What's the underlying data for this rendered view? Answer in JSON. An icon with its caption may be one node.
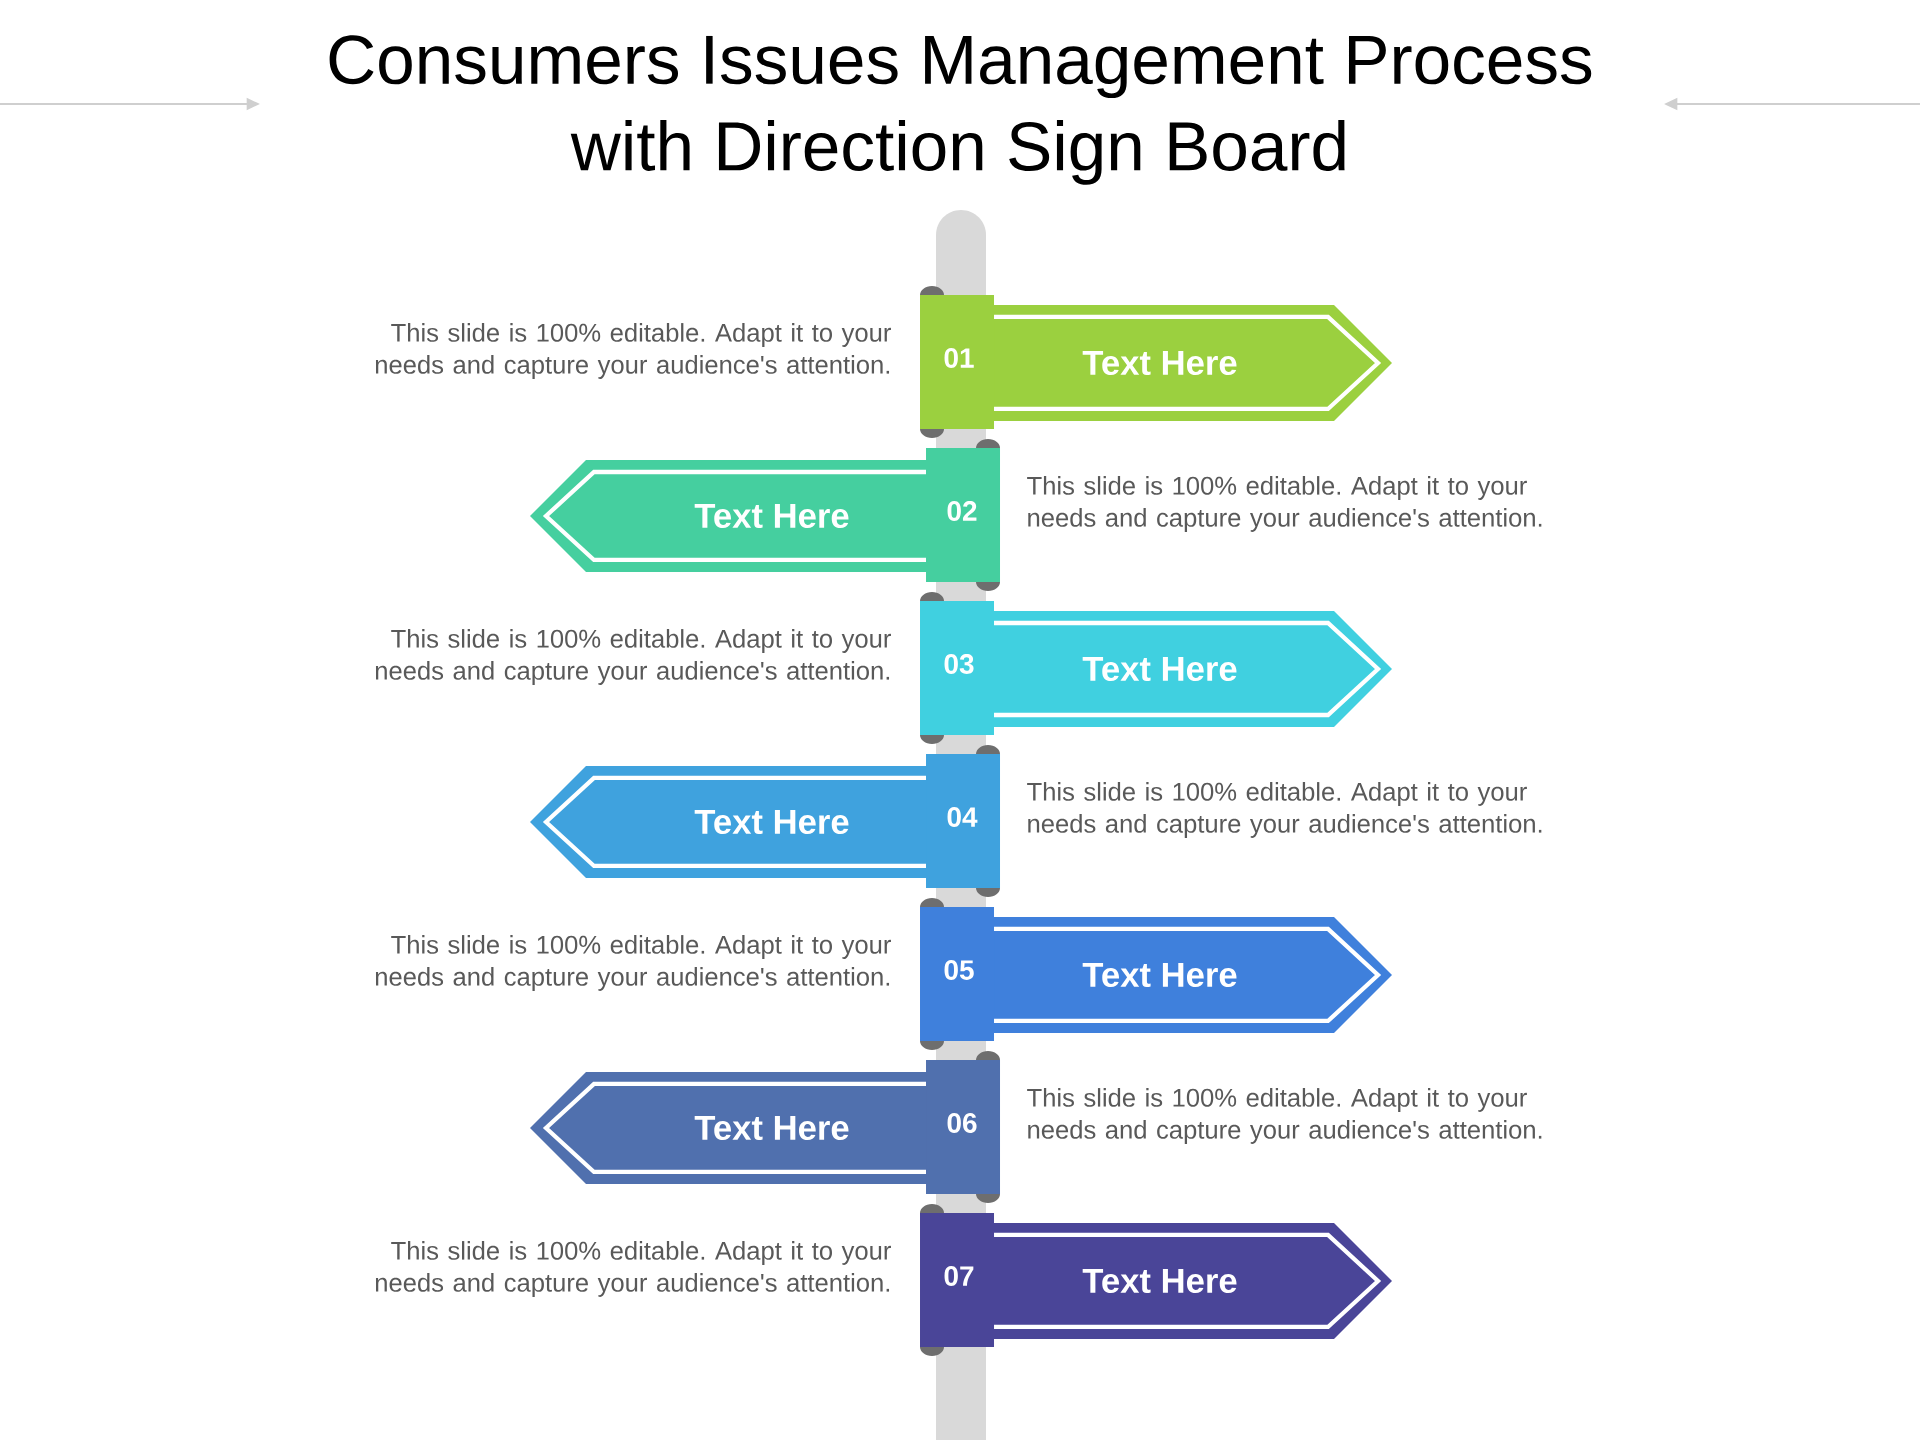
{
  "diagram": {
    "title": "Consumers Issues Management Process with Direction Sign Board",
    "nodes": [
      {
        "text": [
          "01",
          "Text Here"
        ],
        "beside": [
          "This slide is 100% editable. Adapt it to your needs and capture your audience's attention."
        ]
      },
      {
        "text": [
          "Text Here",
          "02"
        ],
        "beside": [
          "This slide is 100% editable. Adapt it to your needs and capture your audience's attention."
        ]
      },
      {
        "text": [
          "03",
          "Text Here"
        ],
        "beside": [
          "This slide is 100% editable. Adapt it to your needs and capture your audience's attention."
        ]
      },
      {
        "text": [
          "Text Here",
          "04"
        ],
        "beside": [
          "This slide is 100% editable. Adapt it to your needs and capture your audience's attention."
        ]
      },
      {
        "text": [
          "05",
          "Text Here"
        ],
        "beside": [
          "This slide is 100% editable. Adapt it to your needs and capture your audience's attention."
        ]
      },
      {
        "text": [
          "Text Here",
          "06"
        ],
        "beside": [
          "This slide is 100% editable. Adapt it to your needs and capture your audience's attention."
        ]
      },
      {
        "text": [
          "07",
          "Text Here"
        ],
        "beside": [
          "This slide is 100% editable. Adapt it to your needs and capture your audience's attention."
        ]
      }
    ]
  }
}
